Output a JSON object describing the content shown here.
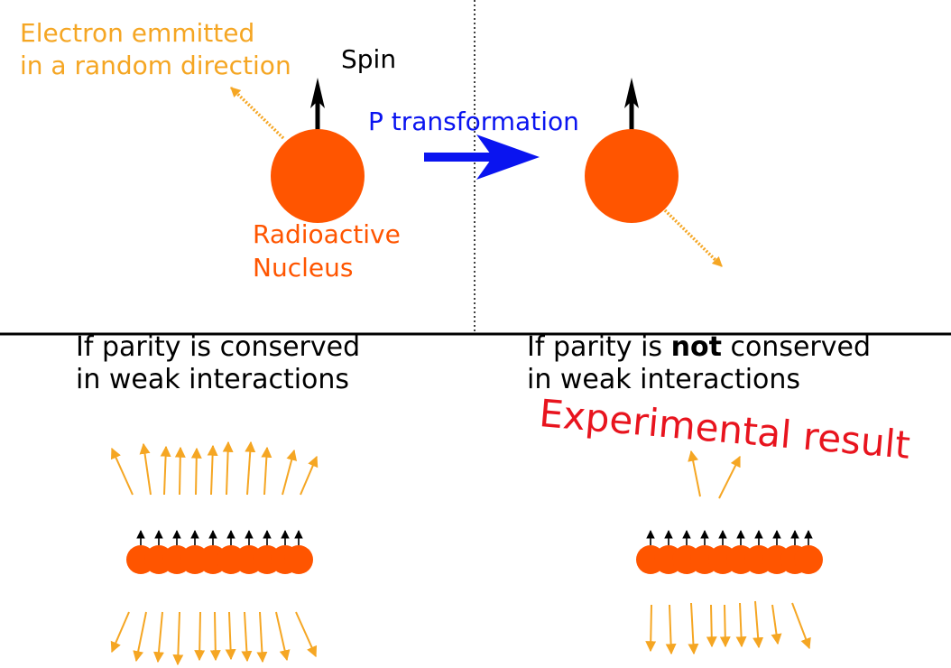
{
  "top": {
    "electron_label_line1": "Electron emmitted",
    "electron_label_line2": "in a random direction",
    "spin_label": "Spin",
    "transform_label": "P transformation",
    "nucleus_label_line1": "Radioactive",
    "nucleus_label_line2": "Nucleus"
  },
  "bottom_left": {
    "line1": "If parity is conserved",
    "line2": "in weak interactions"
  },
  "bottom_right": {
    "line1_pre": "If parity is ",
    "line1_bold": "not",
    "line1_post": " conserved",
    "line2": "in weak interactions",
    "result_label": "Experimental result"
  },
  "colors": {
    "nucleus": "#ff5500",
    "electron": "#f5a623",
    "transform_arrow": "#0a14f0",
    "result_text": "#e8141e",
    "spin_arrow": "#000000"
  }
}
